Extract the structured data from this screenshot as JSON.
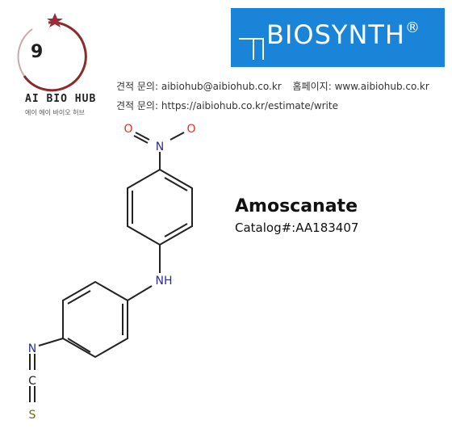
{
  "header": {
    "logo": {
      "number": "9",
      "name": "AI BIO HUB",
      "subtitle": "에이 에이 바이오 허브",
      "colors": {
        "ring": "#8c2a2a",
        "star": "#9b2c3a"
      }
    },
    "brand": {
      "name": "BIOSYNTH",
      "trademark": "®",
      "color": "#1a84d8"
    },
    "contact": {
      "quote_label": "견적 문의:",
      "email": "aibiohub@aibiohub.co.kr",
      "homepage_label": "홈페이지:",
      "homepage": "www.aibiohub.co.kr",
      "quote_label_2": "견적 문의:",
      "estimate_url": "https://aibiohub.co.kr/estimate/write"
    }
  },
  "product": {
    "name": "Amoscanate",
    "catalog": "Catalog#:AA183407"
  },
  "structure": {
    "atoms": {
      "o_left": "O",
      "n_nitro": "N",
      "o_right": "O",
      "nh": "NH",
      "n_iso": "N",
      "c_iso": "C",
      "s_iso": "S"
    },
    "colors": {
      "oxygen": "#e0302a",
      "nitrogen": "#2d2d8f",
      "sulfur": "#6b6b1e",
      "bond": "#222222"
    }
  }
}
